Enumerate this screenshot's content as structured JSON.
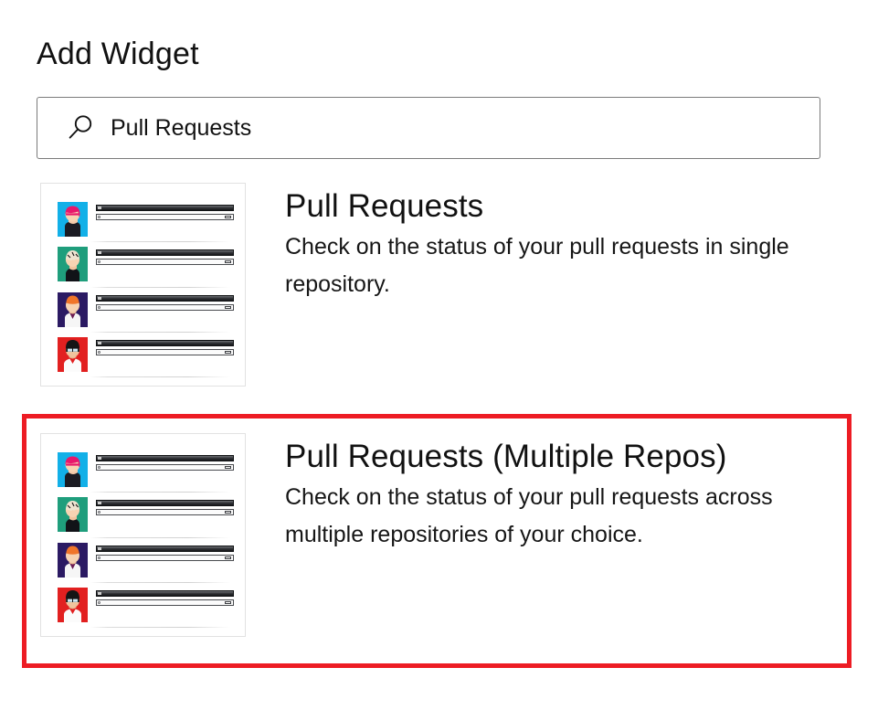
{
  "page": {
    "title": "Add Widget",
    "background_color": "#ffffff",
    "highlight_color": "#ed1c24"
  },
  "search": {
    "icon": "search-icon",
    "value": "Pull Requests",
    "placeholder": "Pull Requests"
  },
  "widgets": [
    {
      "title": "Pull Requests",
      "description": "Check on the status of your pull requests in single repository.",
      "selected": false,
      "preview": {
        "rows": [
          {
            "avatar_background": "#12b0e8",
            "avatar_accent": "#e8176b"
          },
          {
            "avatar_background": "#1f9e7c",
            "avatar_accent": "#f0e3d0"
          },
          {
            "avatar_background": "#2b1a63",
            "avatar_accent": "#f0752a"
          },
          {
            "avatar_background": "#e22020",
            "avatar_accent": "#151515"
          }
        ]
      }
    },
    {
      "title": "Pull Requests (Multiple Repos)",
      "description": "Check on the status of your pull requests across multiple repositories of your choice.",
      "selected": true,
      "preview": {
        "rows": [
          {
            "avatar_background": "#12b0e8",
            "avatar_accent": "#e8176b"
          },
          {
            "avatar_background": "#1f9e7c",
            "avatar_accent": "#f0e3d0"
          },
          {
            "avatar_background": "#2b1a63",
            "avatar_accent": "#f0752a"
          },
          {
            "avatar_background": "#e22020",
            "avatar_accent": "#151515"
          }
        ]
      }
    }
  ]
}
